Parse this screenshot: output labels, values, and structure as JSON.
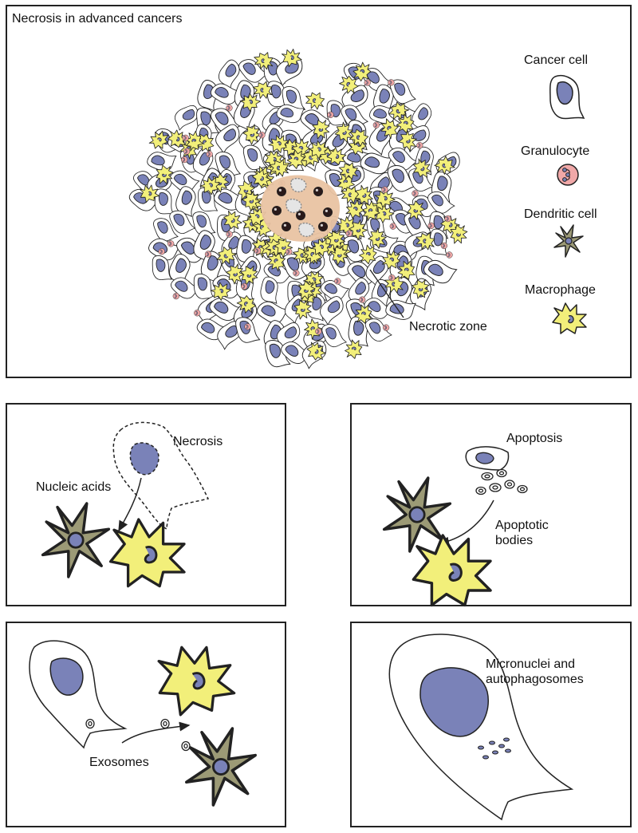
{
  "main_panel": {
    "title": "Necrosis in advanced cancers",
    "necrotic_zone_label": "Necrotic zone",
    "legend": [
      {
        "label": "Cancer cell",
        "icon": "cancer-cell-icon"
      },
      {
        "label": "Granulocyte",
        "icon": "granulocyte-icon"
      },
      {
        "label": "Dendritic cell",
        "icon": "dendritic-cell-icon"
      },
      {
        "label": "Macrophage",
        "icon": "macrophage-icon"
      }
    ]
  },
  "necrosis_panel": {
    "necrosis_label": "Necrosis",
    "nucleic_acids_label": "Nucleic acids"
  },
  "apoptosis_panel": {
    "apoptosis_label": "Apoptosis",
    "apoptotic_bodies_label": "Apoptotic\nbodies"
  },
  "exosome_panel": {
    "exosomes_label": "Exosomes"
  },
  "micronuclei_panel": {
    "micronuclei_label": "Micronuclei and\nautophagosomes"
  },
  "colors": {
    "nucleus": "#7a82b8",
    "macrophage": "#f2ef7a",
    "dendritic": "#9c9a76",
    "granulocyte": "#f0a8a8",
    "necrotic_core": "#e9c3a2",
    "outline": "#222222"
  }
}
